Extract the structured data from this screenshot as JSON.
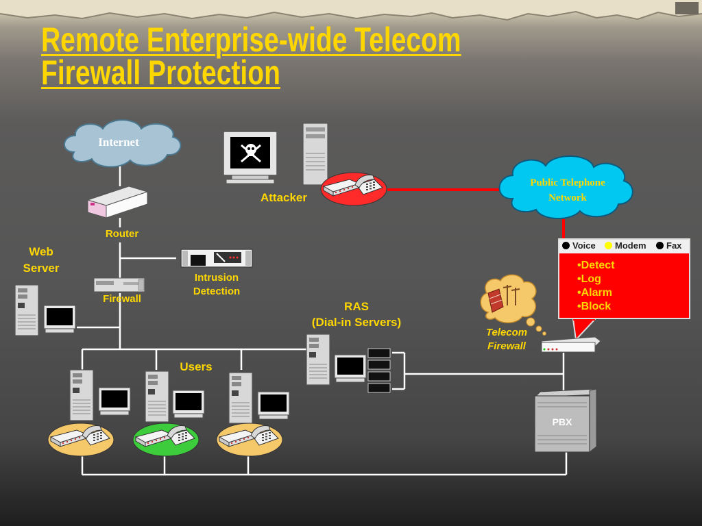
{
  "title": {
    "line1": "Remote Enterprise-wide Telecom",
    "line2": "Firewall Protection"
  },
  "clouds": {
    "internet": "Internet",
    "pstn_line1": "Public Telephone",
    "pstn_line2": "Network"
  },
  "labels": {
    "attacker": "Attacker",
    "router": "Router",
    "web_server_line1": "Web",
    "web_server_line2": "Server",
    "intrusion_line1": "Intrusion",
    "intrusion_line2": "Detection",
    "firewall": "Firewall",
    "ras_line1": "RAS",
    "ras_line2": "(Dial-in Servers)",
    "users": "Users",
    "telecom_fw_line1": "Telecom",
    "telecom_fw_line2": "Firewall",
    "pbx": "PBX"
  },
  "alert_box": {
    "legend": [
      {
        "label": "Voice",
        "color": "#000000"
      },
      {
        "label": "Modem",
        "color": "#ffff00"
      },
      {
        "label": "Fax",
        "color": "#000000"
      }
    ],
    "actions": [
      "Detect",
      "Log",
      "Alarm",
      "Block"
    ]
  },
  "colors": {
    "title": "#ffd700",
    "label": "#ffd700",
    "attack_line": "#ff0000",
    "alert_box": "#ff0000",
    "cloud_internet": "#a8c4d4",
    "cloud_pstn": "#00c8f0",
    "modem_normal": "#f5c86a",
    "modem_attacker": "#ff2a2a",
    "modem_safe": "#3ccc3c"
  },
  "icons": {
    "attacker_screen": "skull-crossbones-icon",
    "telecom_firewall_bubble": "brick-wall-with-telephone-poles-icon"
  }
}
